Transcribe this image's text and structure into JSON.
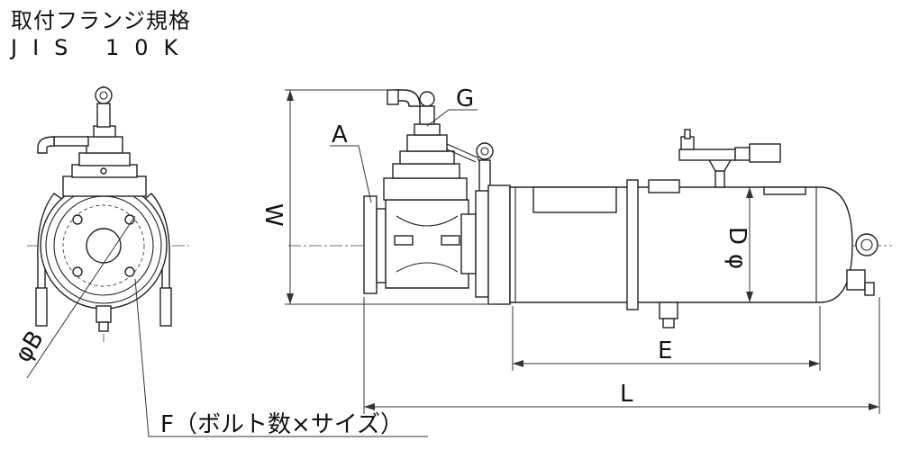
{
  "title": {
    "line1": "取付フランジ規格",
    "line2": "JIS 10K"
  },
  "labels": {
    "A": "A",
    "G": "G",
    "W": "W",
    "D": "D",
    "phi": "φ",
    "E": "E",
    "L": "L",
    "phi_B": "φB",
    "F": "F（ボルト数×サイズ）"
  }
}
